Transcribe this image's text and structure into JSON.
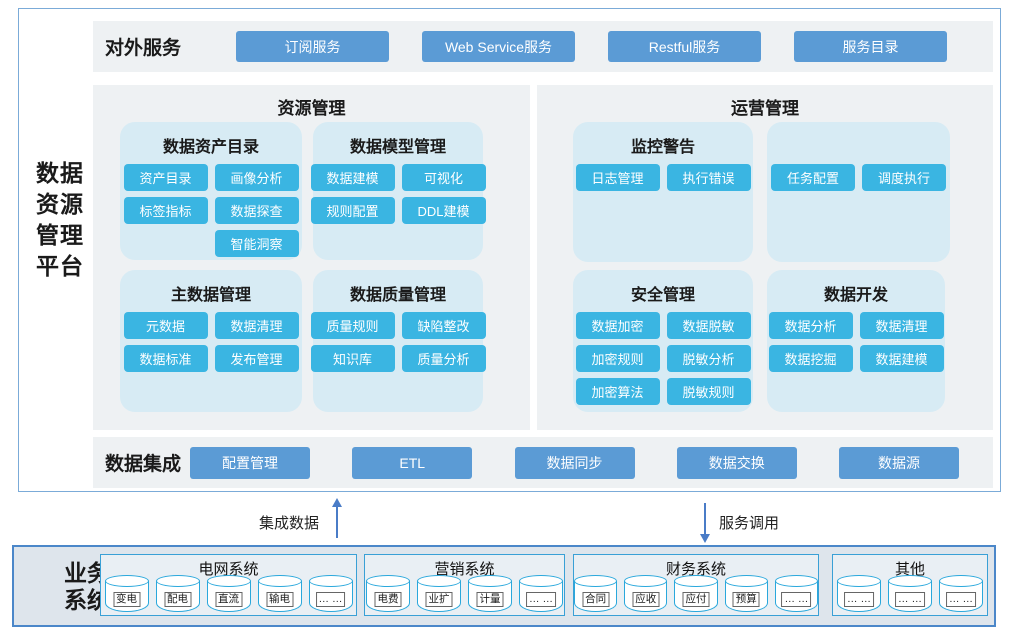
{
  "platform": {
    "side_label_lines": [
      "数据",
      "资源",
      "管理",
      "平台"
    ],
    "external_services": {
      "label": "对外服务",
      "buttons": [
        "订阅服务",
        "Web Service服务",
        "Restful服务",
        "服务目录"
      ]
    },
    "resource_mgmt": {
      "title": "资源管理",
      "cards": [
        {
          "title": "数据资产目录",
          "buttons": [
            "资产目录",
            "画像分析",
            "标签指标",
            "数据探查",
            "智能洞察"
          ]
        },
        {
          "title": "数据模型管理",
          "buttons": [
            "数据建模",
            "可视化",
            "规则配置",
            "DDL建模"
          ]
        },
        {
          "title": "主数据管理",
          "buttons": [
            "元数据",
            "数据清理",
            "数据标准",
            "发布管理"
          ]
        },
        {
          "title": "数据质量管理",
          "buttons": [
            "质量规则",
            "缺陷整改",
            "知识库",
            "质量分析"
          ]
        }
      ]
    },
    "operation_mgmt": {
      "title": "运营管理",
      "cards": [
        {
          "title": "监控警告",
          "buttons": [
            "日志管理",
            "执行错误"
          ]
        },
        {
          "title": "",
          "buttons": [
            "任务配置",
            "调度执行"
          ]
        },
        {
          "title": "安全管理",
          "buttons": [
            "数据加密",
            "数据脱敏",
            "加密规则",
            "脱敏分析",
            "加密算法",
            "脱敏规则"
          ]
        },
        {
          "title": "数据开发",
          "buttons": [
            "数据分析",
            "数据清理",
            "数据挖掘",
            "数据建模"
          ]
        }
      ]
    },
    "data_integration": {
      "label": "数据集成",
      "buttons": [
        "配置管理",
        "ETL",
        "数据同步",
        "数据交换",
        "数据源"
      ]
    }
  },
  "flows": {
    "up_label": "集成数据",
    "down_label": "服务调用"
  },
  "business_systems": {
    "label_lines": [
      "业务",
      "系统"
    ],
    "groups": [
      {
        "title": "电网系统",
        "dbs": [
          "变电",
          "配电",
          "直流",
          "输电",
          "… …"
        ]
      },
      {
        "title": "营销系统",
        "dbs": [
          "电费",
          "业扩",
          "计量",
          "… …"
        ]
      },
      {
        "title": "财务系统",
        "dbs": [
          "合同",
          "应收",
          "应付",
          "预算",
          "… …"
        ]
      },
      {
        "title": "其他",
        "dbs": [
          "… …",
          "… …",
          "… …"
        ]
      }
    ]
  },
  "colors": {
    "service_button": "#5b9bd5",
    "module_chip": "#3ab5e2",
    "card_bg": "#d7ebf4",
    "panel_bg": "#eef1f3",
    "outer_border": "#7babd8",
    "biz_bg": "#dee5ec",
    "biz_border": "#4b87c9",
    "cylinder_stroke": "#2aa8dc",
    "arrow": "#4a7cc7"
  }
}
